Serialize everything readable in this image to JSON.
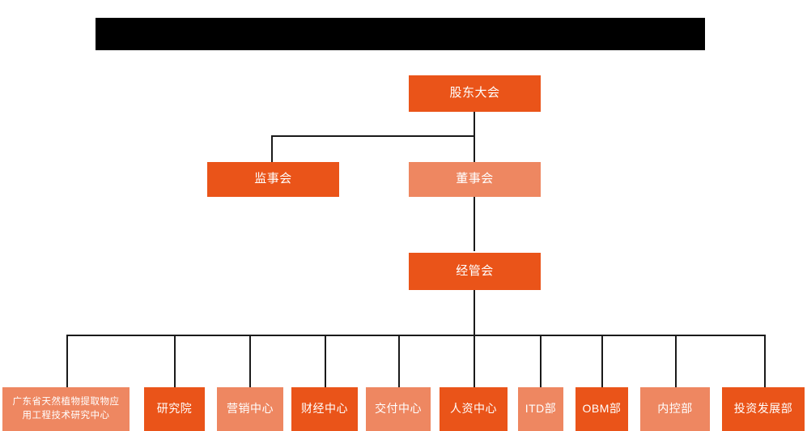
{
  "document": {
    "type": "organization-chart",
    "title_bar": {
      "name": "redacted-title-bar",
      "text": "",
      "redacted": true,
      "color": "#000000"
    }
  },
  "colors": {
    "accent_dark": "#EA5419",
    "accent_light": "#EE8761",
    "connector": "#1a1a1a",
    "background": "#ffffff",
    "label_text": "#ffffff"
  },
  "nodes": {
    "shareholders_meeting": {
      "label": "股东大会",
      "tone": "dark"
    },
    "supervisory_board": {
      "label": "监事会",
      "tone": "dark"
    },
    "board_of_directors": {
      "label": "董事会",
      "tone": "light"
    },
    "management_committee": {
      "label": "经管会",
      "tone": "dark"
    }
  },
  "departments": [
    {
      "label": "广东省天然植物提取物应\n用工程技术研究中心",
      "label_line1": "广东省天然植物提取物应",
      "label_line2": "用工程技术研究中心",
      "tone": "light",
      "multiline": true
    },
    {
      "label": "研究院",
      "tone": "dark",
      "multiline": false
    },
    {
      "label": "营销中心",
      "tone": "light",
      "multiline": false
    },
    {
      "label": "财经中心",
      "tone": "dark",
      "multiline": false
    },
    {
      "label": "交付中心",
      "tone": "light",
      "multiline": false
    },
    {
      "label": "人资中心",
      "tone": "dark",
      "multiline": false
    },
    {
      "label": "ITD部",
      "tone": "light",
      "multiline": false
    },
    {
      "label": "OBM部",
      "tone": "dark",
      "multiline": false
    },
    {
      "label": "内控部",
      "tone": "light",
      "multiline": false
    },
    {
      "label": "投资发展部",
      "tone": "dark",
      "multiline": false
    }
  ]
}
